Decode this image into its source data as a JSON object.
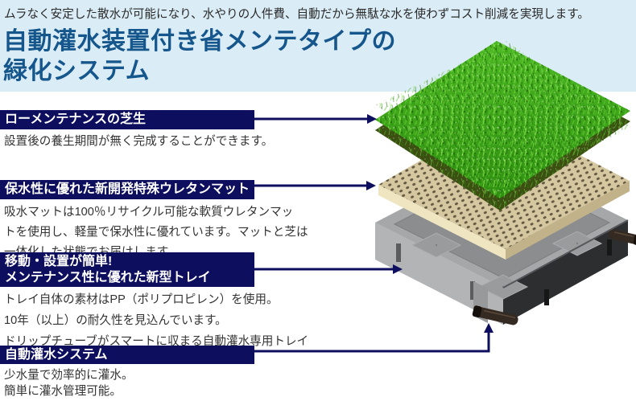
{
  "hero": {
    "intro": "ムラなく安定した散水が可能になり、水やりの人件費、自動だから無駄な水を使わずコスト削減を実現します。",
    "title_line1": "自動灌水装置付き省メンテタイプの",
    "title_line2": "緑化システム"
  },
  "sections": [
    {
      "heading": [
        "ローメンテナンスの芝生"
      ],
      "body": [
        "設置後の養生期間が無く完成することができます。"
      ]
    },
    {
      "heading": [
        "保水性に優れた新開発特殊ウレタンマット"
      ],
      "body": [
        "吸水マットは100％リサイクル可能な軟質ウレタンマッ",
        "トを使用し、軽量で保水性に優れています。マットと芝は",
        "一体化した状態でお届けします。"
      ]
    },
    {
      "heading": [
        "移動・設置が簡単!",
        "メンテナンス性に優れた新型トレイ"
      ],
      "body": [
        "トレイ自体の素材はPP（ポリプロピレン）を使用。",
        "10年（以上）の耐久性を見込んでいます。",
        "ドリップチューブがスマートに収まる自動灌水専用トレイ"
      ]
    },
    {
      "heading": [
        "自動灌水システム"
      ],
      "body": [
        "少水量で効率的に灌水。",
        "簡単に灌水管理可能。"
      ]
    }
  ],
  "diagram": {
    "parts": [
      {
        "name": "turf-layer",
        "color": "#3da018"
      },
      {
        "name": "urethane-mat-layer",
        "color": "#d5c7a0"
      },
      {
        "name": "tray-layer",
        "color": "#9c9ea0"
      },
      {
        "name": "drip-tube",
        "color": "#352a21"
      }
    ]
  },
  "colors": {
    "hero_background": "#daecf5",
    "heading_bar": "#0e0e5e",
    "arrow": "#0e0e5e",
    "title_text": "#15568c",
    "body_text": "#333333"
  }
}
